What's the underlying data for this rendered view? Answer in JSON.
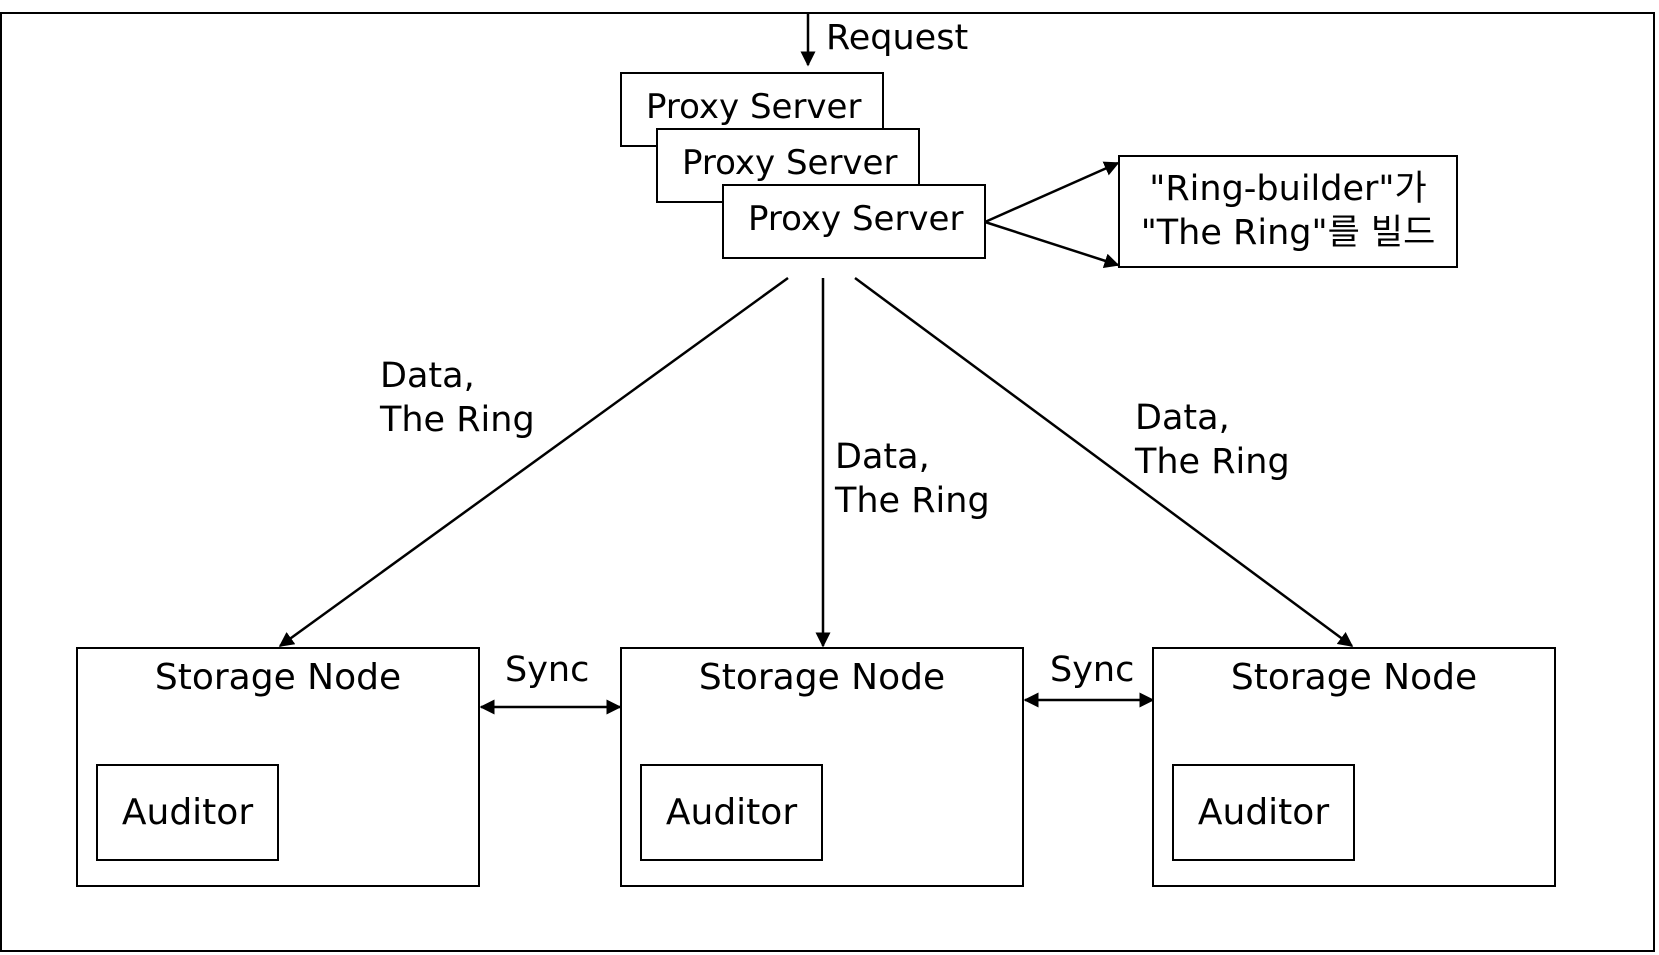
{
  "request_label": "Request",
  "proxy_servers": [
    "Proxy Server",
    "Proxy Server",
    "Proxy Server"
  ],
  "ring_builder": {
    "line1": "\"Ring-builder\"가",
    "line2": "\"The Ring\"를 빌드"
  },
  "edge_labels": [
    {
      "line1": "Data,",
      "line2": "The Ring"
    },
    {
      "line1": "Data,",
      "line2": "The Ring"
    },
    {
      "line1": "Data,",
      "line2": "The Ring"
    }
  ],
  "sync_labels": [
    "Sync",
    "Sync"
  ],
  "storage_nodes": [
    {
      "title": "Storage Node",
      "auditor": "Auditor"
    },
    {
      "title": "Storage Node",
      "auditor": "Auditor"
    },
    {
      "title": "Storage Node",
      "auditor": "Auditor"
    }
  ]
}
